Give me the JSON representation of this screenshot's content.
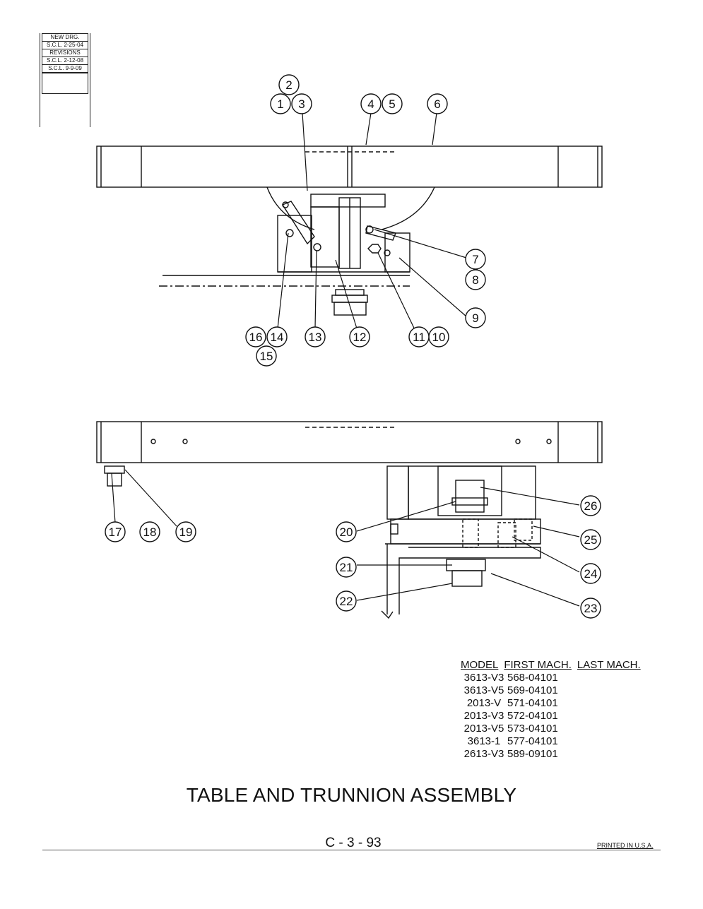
{
  "revisions": {
    "new_drg": "NEW DRG.",
    "new_drg_date": "S.C.L. 2-25-04",
    "label": "REVISIONS",
    "entries": [
      "S.C.L. 2-12-08",
      "S.C.L. 9-9-09"
    ]
  },
  "callouts": [
    "1",
    "2",
    "3",
    "4",
    "5",
    "6",
    "7",
    "8",
    "9",
    "10",
    "11",
    "12",
    "13",
    "14",
    "15",
    "16",
    "17",
    "18",
    "19",
    "20",
    "21",
    "22",
    "23",
    "24",
    "25",
    "26"
  ],
  "model_table": {
    "headers": [
      "MODEL",
      "FIRST MACH.",
      "LAST MACH."
    ],
    "rows": [
      [
        "3613-V3",
        "568-04101"
      ],
      [
        "3613-V5",
        "569-04101"
      ],
      [
        "2013-V",
        "571-04101"
      ],
      [
        "2013-V3",
        "572-04101"
      ],
      [
        "2013-V5",
        "573-04101"
      ],
      [
        "3613-1",
        "577-04101"
      ],
      [
        "2613-V3",
        "589-09101"
      ]
    ]
  },
  "title": "TABLE AND TRUNNION ASSEMBLY",
  "page_number": "C - 3 - 93",
  "printed": "PRINTED IN U.S.A."
}
